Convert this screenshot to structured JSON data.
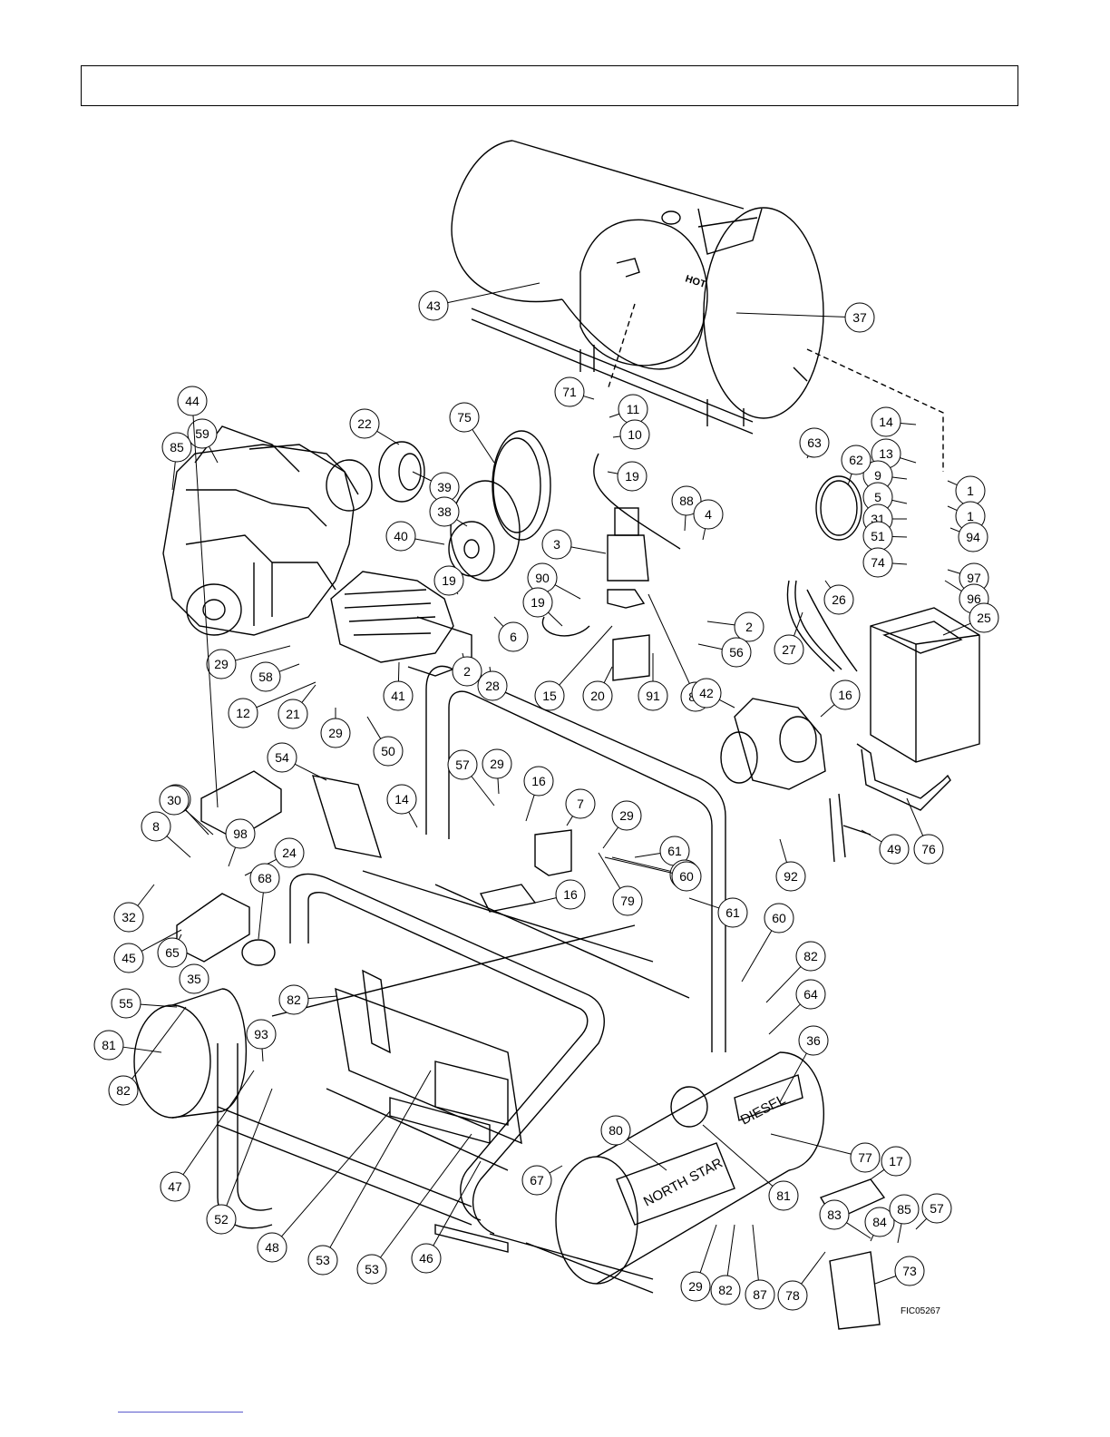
{
  "drawing": {
    "tank_label": "HOT",
    "fuel_tank_label": "DIESEL",
    "brand_label": "NORTH STAR",
    "figure_code": "FIC05267"
  },
  "callouts": [
    "43",
    "37",
    "71",
    "11",
    "10",
    "14",
    "13",
    "1",
    "9",
    "5",
    "31",
    "1",
    "94",
    "51",
    "74",
    "97",
    "96",
    "63",
    "62",
    "19",
    "88",
    "4",
    "22",
    "75",
    "59",
    "85",
    "39",
    "38",
    "40",
    "3",
    "90",
    "19",
    "19",
    "6",
    "2",
    "56",
    "2",
    "28",
    "15",
    "20",
    "91",
    "89",
    "26",
    "27",
    "25",
    "29",
    "58",
    "12",
    "21",
    "41",
    "29",
    "50",
    "42",
    "16",
    "44",
    "54",
    "76",
    "57",
    "29",
    "16",
    "7",
    "29",
    "61",
    "29",
    "60",
    "61",
    "92",
    "49",
    "76",
    "30",
    "14",
    "8",
    "98",
    "24",
    "32",
    "16",
    "79",
    "68",
    "45",
    "65",
    "35",
    "60",
    "82",
    "55",
    "82",
    "93",
    "81",
    "82",
    "64",
    "36",
    "77",
    "17",
    "47",
    "52",
    "48",
    "53",
    "53",
    "46",
    "67",
    "80",
    "81",
    "83",
    "84",
    "85",
    "57",
    "29",
    "82",
    "87",
    "78",
    "73"
  ]
}
